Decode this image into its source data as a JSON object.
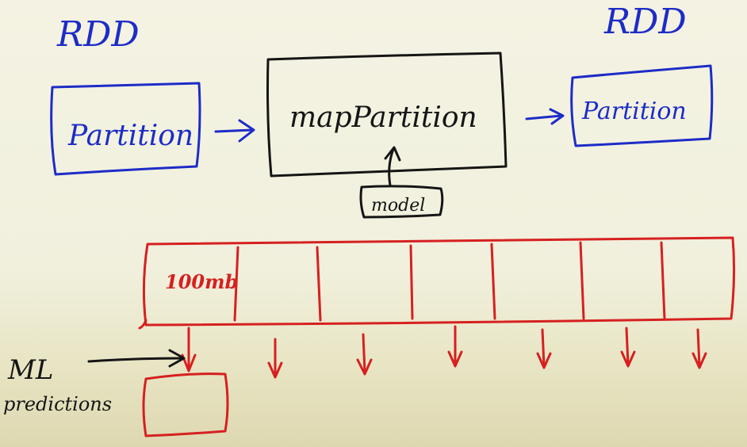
{
  "left_rdd": {
    "heading": "RDD",
    "partition_label": "Partition"
  },
  "transform": {
    "label": "mapPartition",
    "model_label": "model"
  },
  "right_rdd": {
    "heading": "RDD",
    "partition_label": "Partition"
  },
  "dataset": {
    "first_cell_label": "100mb"
  },
  "output": {
    "label_line1": "ML",
    "label_line2": "predictions"
  },
  "colors": {
    "blue": "#1d2cc7",
    "black": "#151515",
    "red": "#d62020",
    "background": "#f3f2e1"
  }
}
